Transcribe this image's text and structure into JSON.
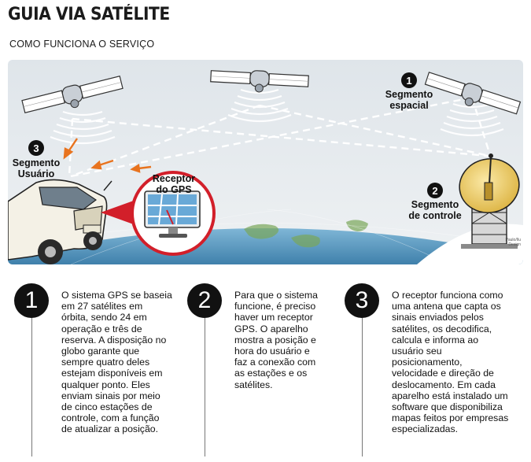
{
  "header": {
    "title": "GUIA VIA SATÉLITE",
    "subtitle": "COMO FUNCIONA O SERVIÇO"
  },
  "illustration": {
    "labels": {
      "segment_space": {
        "number": "1",
        "line1": "Segmento",
        "line2": "espacial"
      },
      "segment_control": {
        "number": "2",
        "line1": "Segmento",
        "line2": "de controle"
      },
      "segment_user": {
        "number": "3",
        "line1": "Segmento",
        "line2": "Usuário"
      },
      "receiver": {
        "line1": "Receptor",
        "line2": "do GPS"
      }
    },
    "credit": {
      "line1": "Paulo/Ilu",
      "line2": "Design"
    },
    "colors": {
      "sky": "#e7ecef",
      "earth": "#5d9cc2",
      "signal_arrow": "#e8731e",
      "receiver_ring": "#d21f2a",
      "dish": "#f1d36e"
    }
  },
  "columns": [
    {
      "number": "1",
      "lines": [
        "O sistema GPS se baseia",
        "em 27 satélites em",
        "órbita, sendo 24 em",
        "operação e três de",
        "reserva. A disposição no",
        "globo garante que",
        "sempre quatro deles",
        "estejam disponíveis em",
        "qualquer ponto. Eles",
        "enviam sinais por meio",
        "de cinco estações de",
        "controle, com a função",
        "de atualizar a posição."
      ]
    },
    {
      "number": "2",
      "lines": [
        "Para que o sistema",
        "funcione, é preciso",
        "haver um receptor",
        "GPS. O aparelho",
        "mostra a posição e",
        "hora do usuário e",
        "faz a conexão com",
        "as estações e os",
        "satélites."
      ]
    },
    {
      "number": "3",
      "lines": [
        "O receptor funciona como",
        "uma antena que capta os",
        "sinais enviados pelos",
        "satélites, os decodifica,",
        "calcula e informa ao",
        "usuário seu",
        "posicionamento,",
        "velocidade e direção de",
        "deslocamento. Em cada",
        "aparelho está instalado um",
        "software que disponibiliza",
        "mapas feitos por empresas",
        "especializadas."
      ]
    }
  ]
}
